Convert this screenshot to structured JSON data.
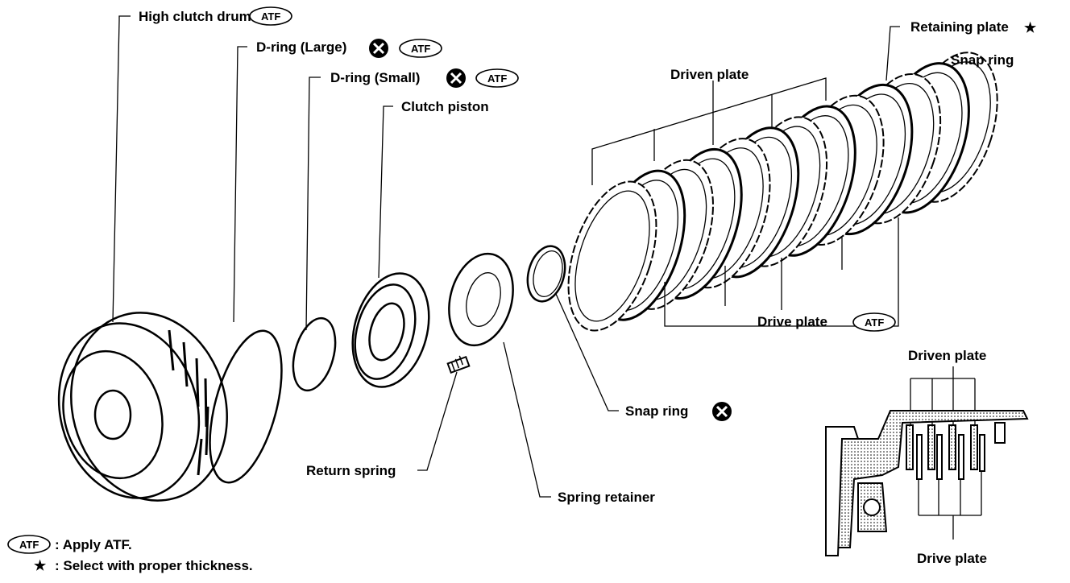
{
  "labels": {
    "high_clutch_drum": "High clutch drum",
    "d_ring_large": "D-ring (Large)",
    "d_ring_small": "D-ring (Small)",
    "clutch_piston": "Clutch piston",
    "driven_plate": "Driven plate",
    "retaining_plate": "Retaining plate",
    "snap_ring_outer": "Snap ring",
    "drive_plate": "Drive plate",
    "snap_ring_inner": "Snap ring",
    "return_spring": "Return spring",
    "spring_retainer": "Spring retainer",
    "inset_driven_plate": "Driven plate",
    "inset_drive_plate": "Drive plate"
  },
  "badge_text": "ATF",
  "star_symbol": "★",
  "legend": {
    "atf_symbol": "ATF",
    "atf_text": ": Apply ATF.",
    "star_symbol": "★",
    "star_text": ": Select with proper thickness."
  },
  "icons": [
    "atf-badge",
    "replace-x-icon",
    "star-icon"
  ]
}
